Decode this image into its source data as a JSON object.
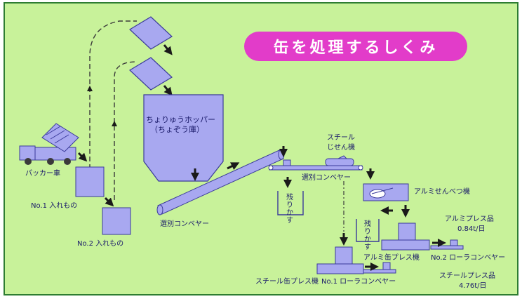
{
  "title": "缶を処理するしくみ",
  "labels": {
    "packer_truck": "パッカー車",
    "bin1": "No.1 入れもの",
    "bin2": "No.2 入れもの",
    "hopper_line1": "ちょりゅうホッパー",
    "hopper_line2": "（ちょぞう庫）",
    "conveyor_sort_main": "選別コンベヤー",
    "steel_line1": "スチール",
    "steel_line2": "じせん機",
    "conveyor_sort_upper": "選別コンベヤー",
    "remainder": "残りかす",
    "remainder2": "残りかす",
    "alu_separator": "アルミせんべつ機",
    "alu_product_line1": "アルミプレス品",
    "alu_product_line2": "0.84t/日",
    "alu_press": "アルミ缶プレス機",
    "roller2": "No.2 ローラコンベヤー",
    "steel_press": "スチール缶プレス機",
    "roller1": "No.1 ローラコンベヤー",
    "steel_product_line1": "スチールプレス品",
    "steel_product_line2": "4.76t/日"
  },
  "colors": {
    "background": "#c8f29a",
    "frame": "#2e7d32",
    "title_pill": "#e23cc9",
    "machine_fill": "#a8a8f0",
    "machine_stroke": "#3a3a9a",
    "text": "#1a1a6a",
    "arrow": "#1a1a1a"
  },
  "icons": [
    "packer-truck-icon",
    "hopper-icon",
    "conveyor-icon",
    "press-machine-icon",
    "magnet-separator-icon",
    "arrow-icon"
  ]
}
